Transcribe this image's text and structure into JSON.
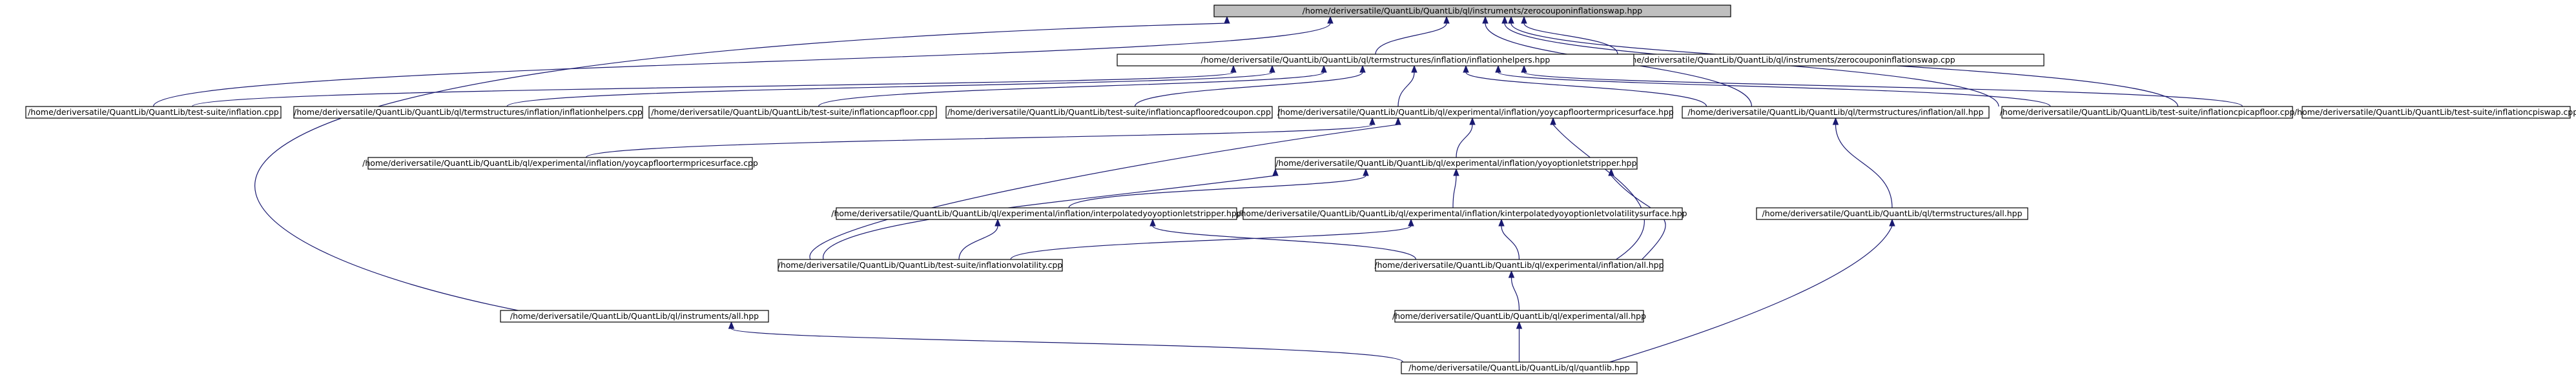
{
  "nodes": {
    "zcis_hpp": "/home/deriversatile/QuantLib/QuantLib/ql/instruments/zerocouponinflationswap.hpp",
    "zcis_cpp": "/home/deriversatile/QuantLib/QuantLib/ql/instruments/zerocouponinflationswap.cpp",
    "inflationhelpers_hpp": "/home/deriversatile/QuantLib/QuantLib/ql/termstructures/inflation/inflationhelpers.hpp",
    "ts_inflation": "/home/deriversatile/QuantLib/QuantLib/test-suite/inflation.cpp",
    "inflationhelpers_cpp": "/home/deriversatile/QuantLib/QuantLib/ql/termstructures/inflation/inflationhelpers.cpp",
    "ts_inflationcapfloor": "/home/deriversatile/QuantLib/QuantLib/test-suite/inflationcapfloor.cpp",
    "ts_inflationcapfloored": "/home/deriversatile/QuantLib/QuantLib/test-suite/inflationcapflooredcoupon.cpp",
    "yoycapfloor_hpp": "/home/deriversatile/QuantLib/QuantLib/ql/experimental/inflation/yoycapfloortermpricesurface.hpp",
    "ts_inflation_all": "/home/deriversatile/QuantLib/QuantLib/ql/termstructures/inflation/all.hpp",
    "ts_inflationcpicapfloor": "/home/deriversatile/QuantLib/QuantLib/test-suite/inflationcpicapfloor.cpp",
    "ts_inflationcpiswap": "/home/deriversatile/QuantLib/QuantLib/test-suite/inflationcpiswap.cpp",
    "yoycapfloor_cpp": "/home/deriversatile/QuantLib/QuantLib/ql/experimental/inflation/yoycapfloortermpricesurface.cpp",
    "yoyoptionletstripper": "/home/deriversatile/QuantLib/QuantLib/ql/experimental/inflation/yoyoptionletstripper.hpp",
    "interp_stripper": "/home/deriversatile/QuantLib/QuantLib/ql/experimental/inflation/interpolatedyoyoptionletstripper.hpp",
    "kinterp_surface": "/home/deriversatile/QuantLib/QuantLib/ql/experimental/inflation/kinterpolatedyoyoptionletvolatilitysurface.hpp",
    "termstructures_all": "/home/deriversatile/QuantLib/QuantLib/ql/termstructures/all.hpp",
    "ts_inflationvolatility": "/home/deriversatile/QuantLib/QuantLib/test-suite/inflationvolatility.cpp",
    "exp_inflation_all": "/home/deriversatile/QuantLib/QuantLib/ql/experimental/inflation/all.hpp",
    "experimental_all": "/home/deriversatile/QuantLib/QuantLib/ql/experimental/all.hpp",
    "instruments_all": "/home/deriversatile/QuantLib/QuantLib/ql/instruments/all.hpp",
    "quantlib_hpp": "/home/deriversatile/QuantLib/QuantLib/ql/quantlib.hpp"
  },
  "colors": {
    "edge": "#191970",
    "root_fill": "#bfbfbf",
    "node_fill": "#ffffff",
    "node_stroke": "#000000"
  }
}
